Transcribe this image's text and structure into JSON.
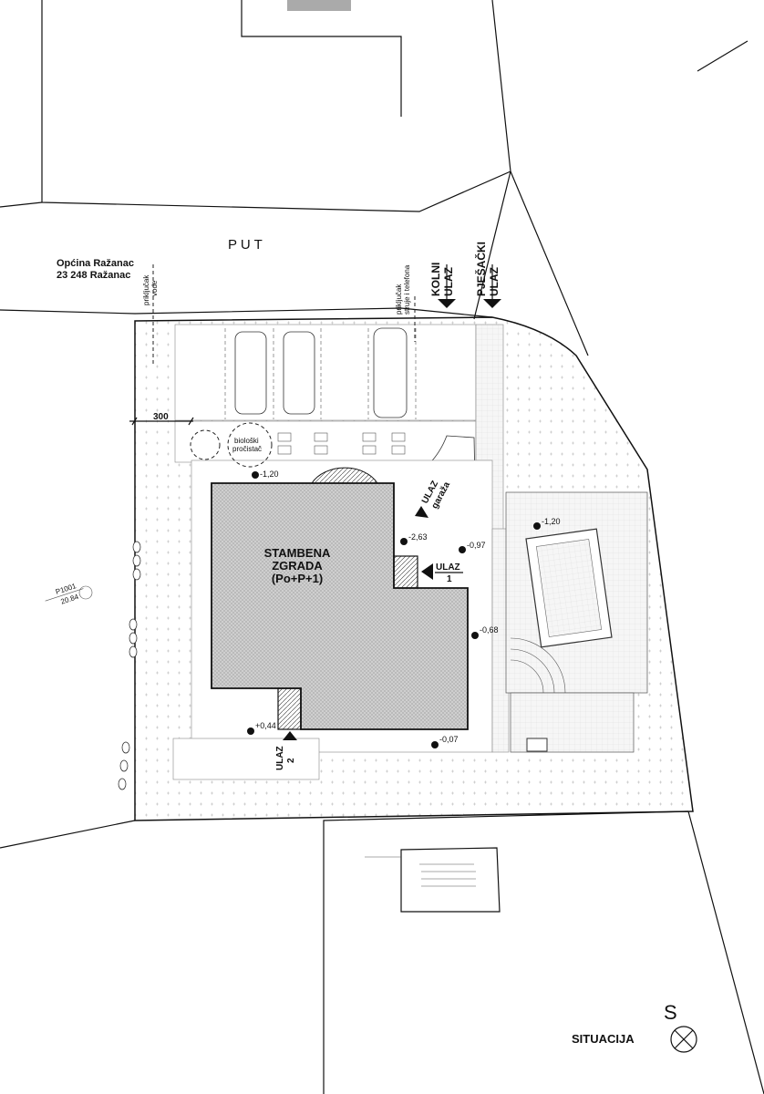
{
  "road_label": "P U T",
  "owner": {
    "line1": "Općina Ražanac",
    "line2": "23 248 Ražanac"
  },
  "connections": {
    "water": {
      "line1": "priključak",
      "line2": "vode"
    },
    "power": {
      "line1": "priključak",
      "line2": "struje i telefona"
    }
  },
  "entrances": {
    "vehicle": {
      "line1": "KOLNI",
      "line2": "ULAZ"
    },
    "pedestrian": {
      "line1": "PJEŠAČKI",
      "line2": "ULAZ"
    },
    "garage": {
      "line1": "ULAZ",
      "line2": "garaža"
    },
    "entry1": {
      "line1": "ULAZ",
      "line2": "1"
    },
    "entry2": {
      "line1": "ULAZ",
      "line2": "2"
    }
  },
  "dimension": "300",
  "septic": {
    "line1": "biološki",
    "line2": "pročistač"
  },
  "building": {
    "line1": "STAMBENA",
    "line2": "ZGRADA",
    "line3": "(Po+P+1)"
  },
  "elevations": [
    "-1,20",
    "-2,63",
    "-0,97",
    "-1,20",
    "-0,68",
    "+0,44",
    "-0,07"
  ],
  "parcel": {
    "number": "P1001",
    "area": "20.84"
  },
  "orientation_letter": "S",
  "title": "SITUACIJA"
}
